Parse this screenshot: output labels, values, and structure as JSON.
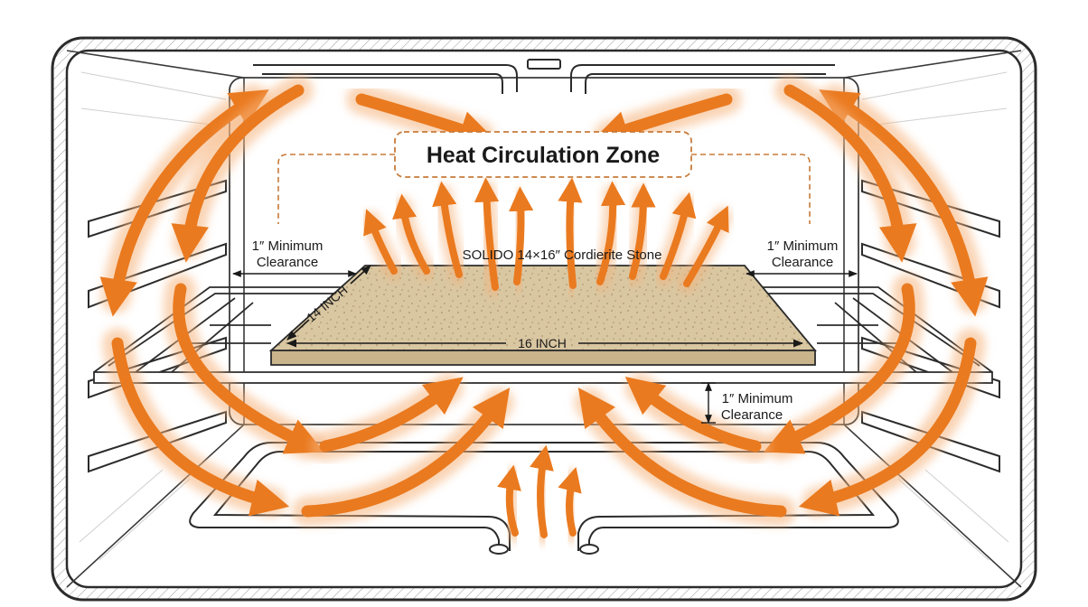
{
  "diagram": {
    "title": "Heat Circulation Zone",
    "stone_label": "SOLIDO 14×16″ Cordierite Stone",
    "dimension_width": "16 INCH",
    "dimension_depth": "14 INCH",
    "clearance_left": {
      "line1": "1″ Minimum",
      "line2": "Clearance"
    },
    "clearance_right": {
      "line1": "1″ Minimum",
      "line2": "Clearance"
    },
    "clearance_bottom": {
      "line1": "1″ Minimum",
      "line2": "Clearance"
    },
    "colors": {
      "heat_arrow": "#ea7a1f",
      "heat_glow": "#f6b27a",
      "outline": "#2b2b2b",
      "stone_fill": "#d9c7a2",
      "stone_edge": "#b9a27b",
      "title_border": "#c77b3a"
    }
  }
}
